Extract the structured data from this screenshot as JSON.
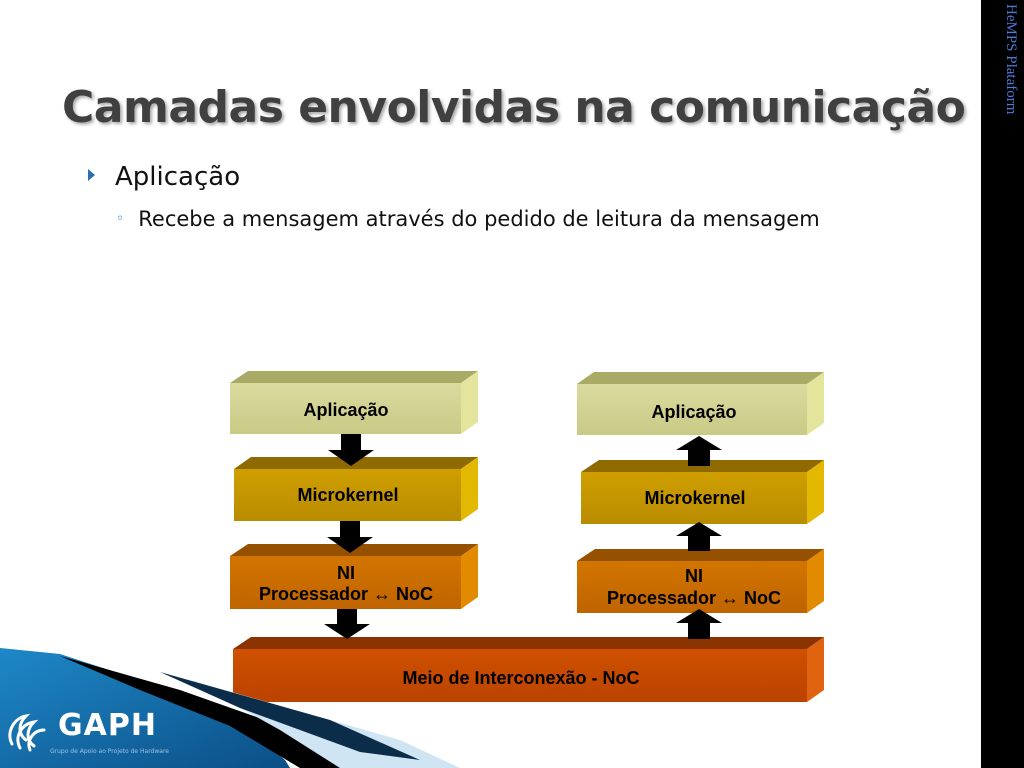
{
  "slide": {
    "side_label": "HeMPS Plataform",
    "title": "Camadas envolvidas na comunicação",
    "bullets": [
      {
        "level": 1,
        "text": "Aplicação"
      },
      {
        "level": 2,
        "text": "Recebe a mensagem através do pedido de leitura da mensagem"
      }
    ]
  },
  "diagram": {
    "left_stack": {
      "application": "Aplicação",
      "microkernel": "Microkernel",
      "ni_line1": "NI",
      "ni_line2": "Processador ↔ NoC"
    },
    "right_stack": {
      "application": "Aplicação",
      "microkernel": "Microkernel",
      "ni_line1": "NI",
      "ni_line2": "Processador ↔ NoC"
    },
    "interconnect": "Meio de Interconexão - NoC",
    "flow": {
      "left": "down",
      "right": "up"
    },
    "colors": {
      "application": "#d6d79a",
      "microkernel": "#c89a00",
      "ni": "#cc7000",
      "noc": "#c94a00"
    }
  },
  "logo": {
    "name": "GAPH",
    "subtitle": "Grupo de Apoio ao Projeto de Hardware",
    "icon": "gaph-swirl-icon"
  }
}
